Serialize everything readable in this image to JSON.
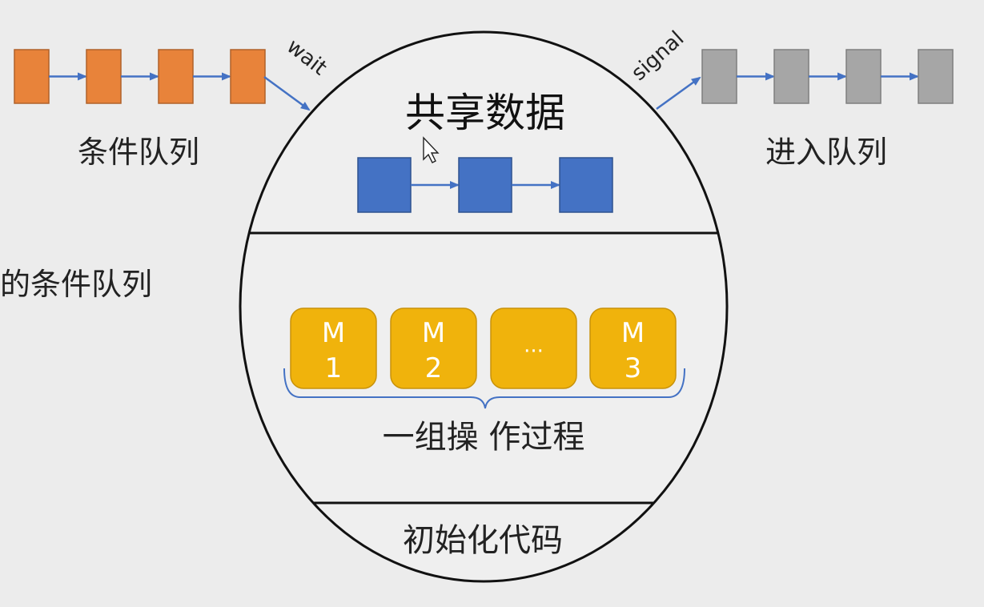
{
  "condition_queue": {
    "label": "条件队列",
    "count": 4,
    "color": "#E8833A",
    "border": "#B0612A"
  },
  "entry_queue": {
    "label": "进入队列",
    "count": 4,
    "color": "#A6A6A6",
    "border": "#7F7F7F"
  },
  "wait_label": "wait",
  "signal_label": "signal",
  "left_partial_text": "的条件队列",
  "shared_data": {
    "title": "共享数据",
    "count": 3,
    "color": "#4472C4",
    "border": "#2F528F"
  },
  "procedures": {
    "group_label": "一组操 作过程",
    "color": "#F0B30C",
    "border": "#C8920A",
    "items": [
      {
        "line1": "M",
        "line2": "1"
      },
      {
        "line1": "M",
        "line2": "2"
      },
      {
        "line1": "···",
        "line2": ""
      },
      {
        "line1": "M",
        "line2": "3"
      }
    ]
  },
  "init_code": "初始化代码",
  "arrow_color": "#4472C4"
}
